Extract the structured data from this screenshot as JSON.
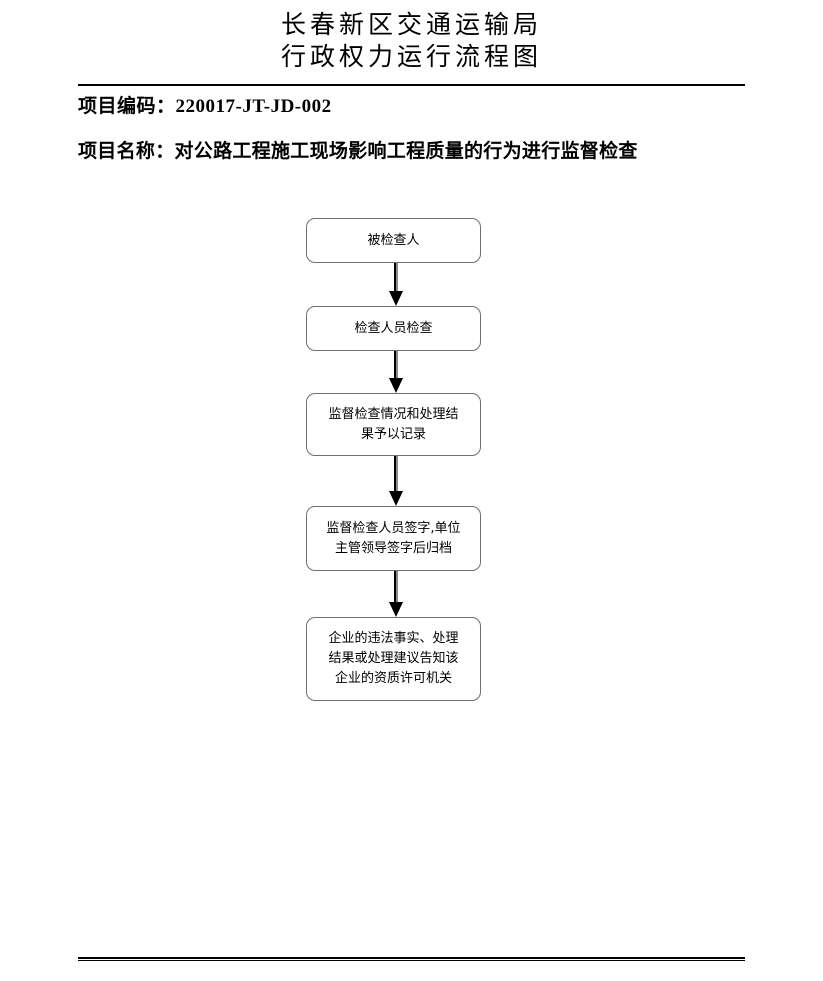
{
  "header": {
    "title_line_1": "长春新区交通运输局",
    "title_line_2": "行政权力运行流程图"
  },
  "meta": {
    "code_label": "项目编码：220017-JT-JD-002",
    "name_label": "项目名称：对公路工程施工现场影响工程质量的行为进行监督检查"
  },
  "flowchart": {
    "type": "flowchart",
    "orientation": "top-to-bottom",
    "nodes": [
      {
        "id": "n1",
        "label": "被检查人"
      },
      {
        "id": "n2",
        "label": "检查人员检查"
      },
      {
        "id": "n3",
        "label": "监督检查情况和处理结\n果予以记录"
      },
      {
        "id": "n4",
        "label": "监督检查人员签字,单位\n主管领导签字后归档"
      },
      {
        "id": "n5",
        "label": "企业的违法事实、处理\n结果或处理建议告知该\n企业的资质许可机关"
      }
    ],
    "edges": [
      {
        "from": "n1",
        "to": "n2"
      },
      {
        "from": "n2",
        "to": "n3"
      },
      {
        "from": "n3",
        "to": "n4"
      },
      {
        "from": "n4",
        "to": "n5"
      }
    ]
  },
  "colors": {
    "page_background": "#ffffff",
    "text": "#000000",
    "node_border": "#6f6f6f",
    "node_fill": "#ffffff",
    "arrow": "#000000",
    "arrow_shadow": "#8a8a8a",
    "rule": "#000000"
  }
}
